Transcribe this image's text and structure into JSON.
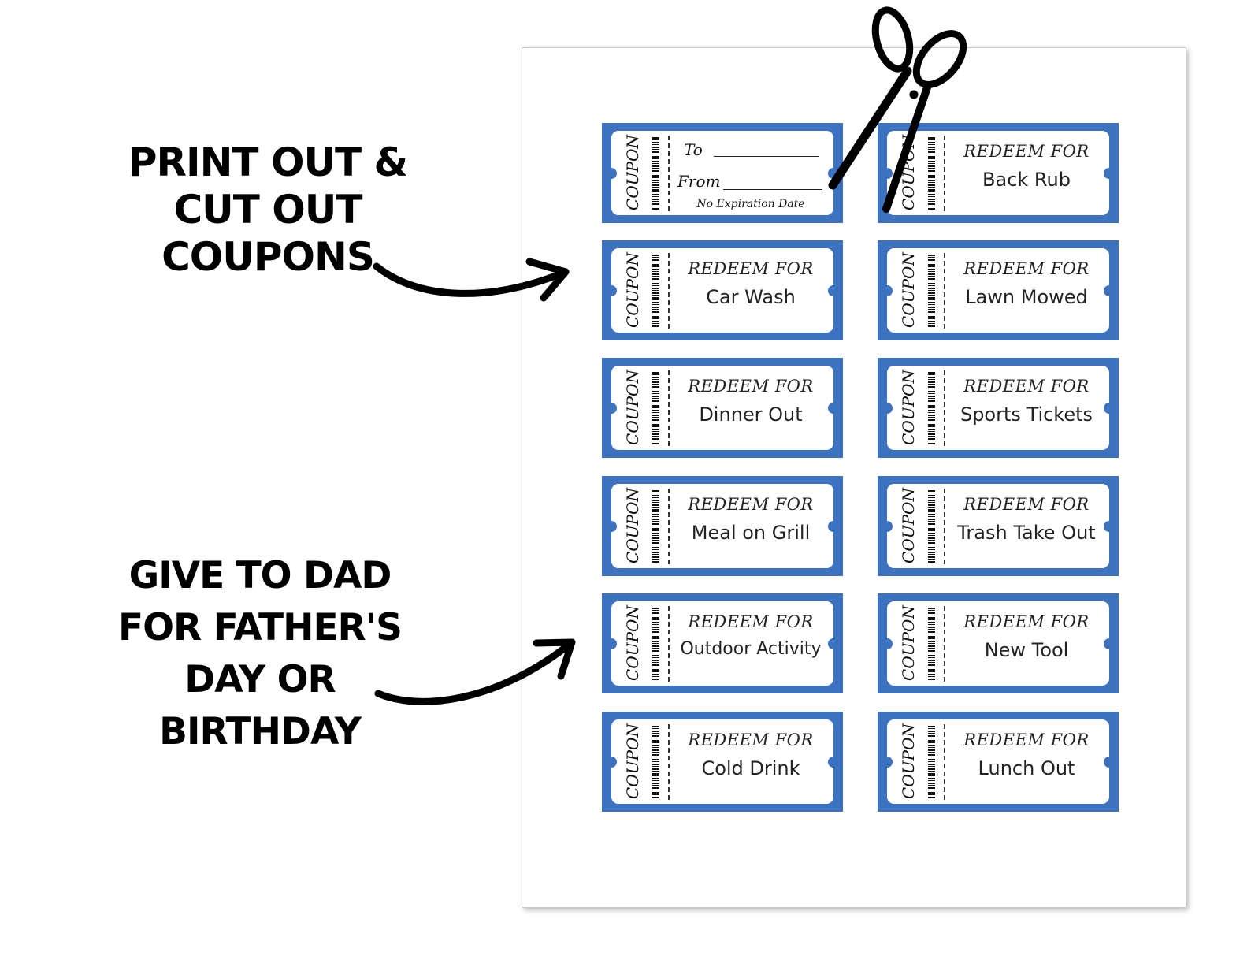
{
  "instructions": {
    "top": [
      "PRINT OUT &",
      "CUT OUT",
      "COUPONS"
    ],
    "bottom": [
      "GIVE TO DAD",
      "FOR FATHER'S",
      "DAY OR",
      "BIRTHDAY"
    ]
  },
  "coupon_stub_label": "COUPON",
  "redeem_label": "REDEEM FOR",
  "colors": {
    "coupon_border": "#3d72c0",
    "text": "#222222"
  },
  "first_coupon": {
    "to_label": "To",
    "from_label": "From",
    "expiry": "No Expiration Date"
  },
  "coupons": [
    {
      "item": "Back Rub"
    },
    {
      "item": "Car Wash"
    },
    {
      "item": "Lawn Mowed"
    },
    {
      "item": "Dinner Out"
    },
    {
      "item": "Sports Tickets"
    },
    {
      "item": "Meal on Grill"
    },
    {
      "item": "Trash Take Out"
    },
    {
      "item": "Outdoor Activity"
    },
    {
      "item": "New Tool"
    },
    {
      "item": "Cold Drink"
    },
    {
      "item": "Lunch Out"
    }
  ],
  "icons": [
    "scissors-icon",
    "arrow-icon"
  ]
}
